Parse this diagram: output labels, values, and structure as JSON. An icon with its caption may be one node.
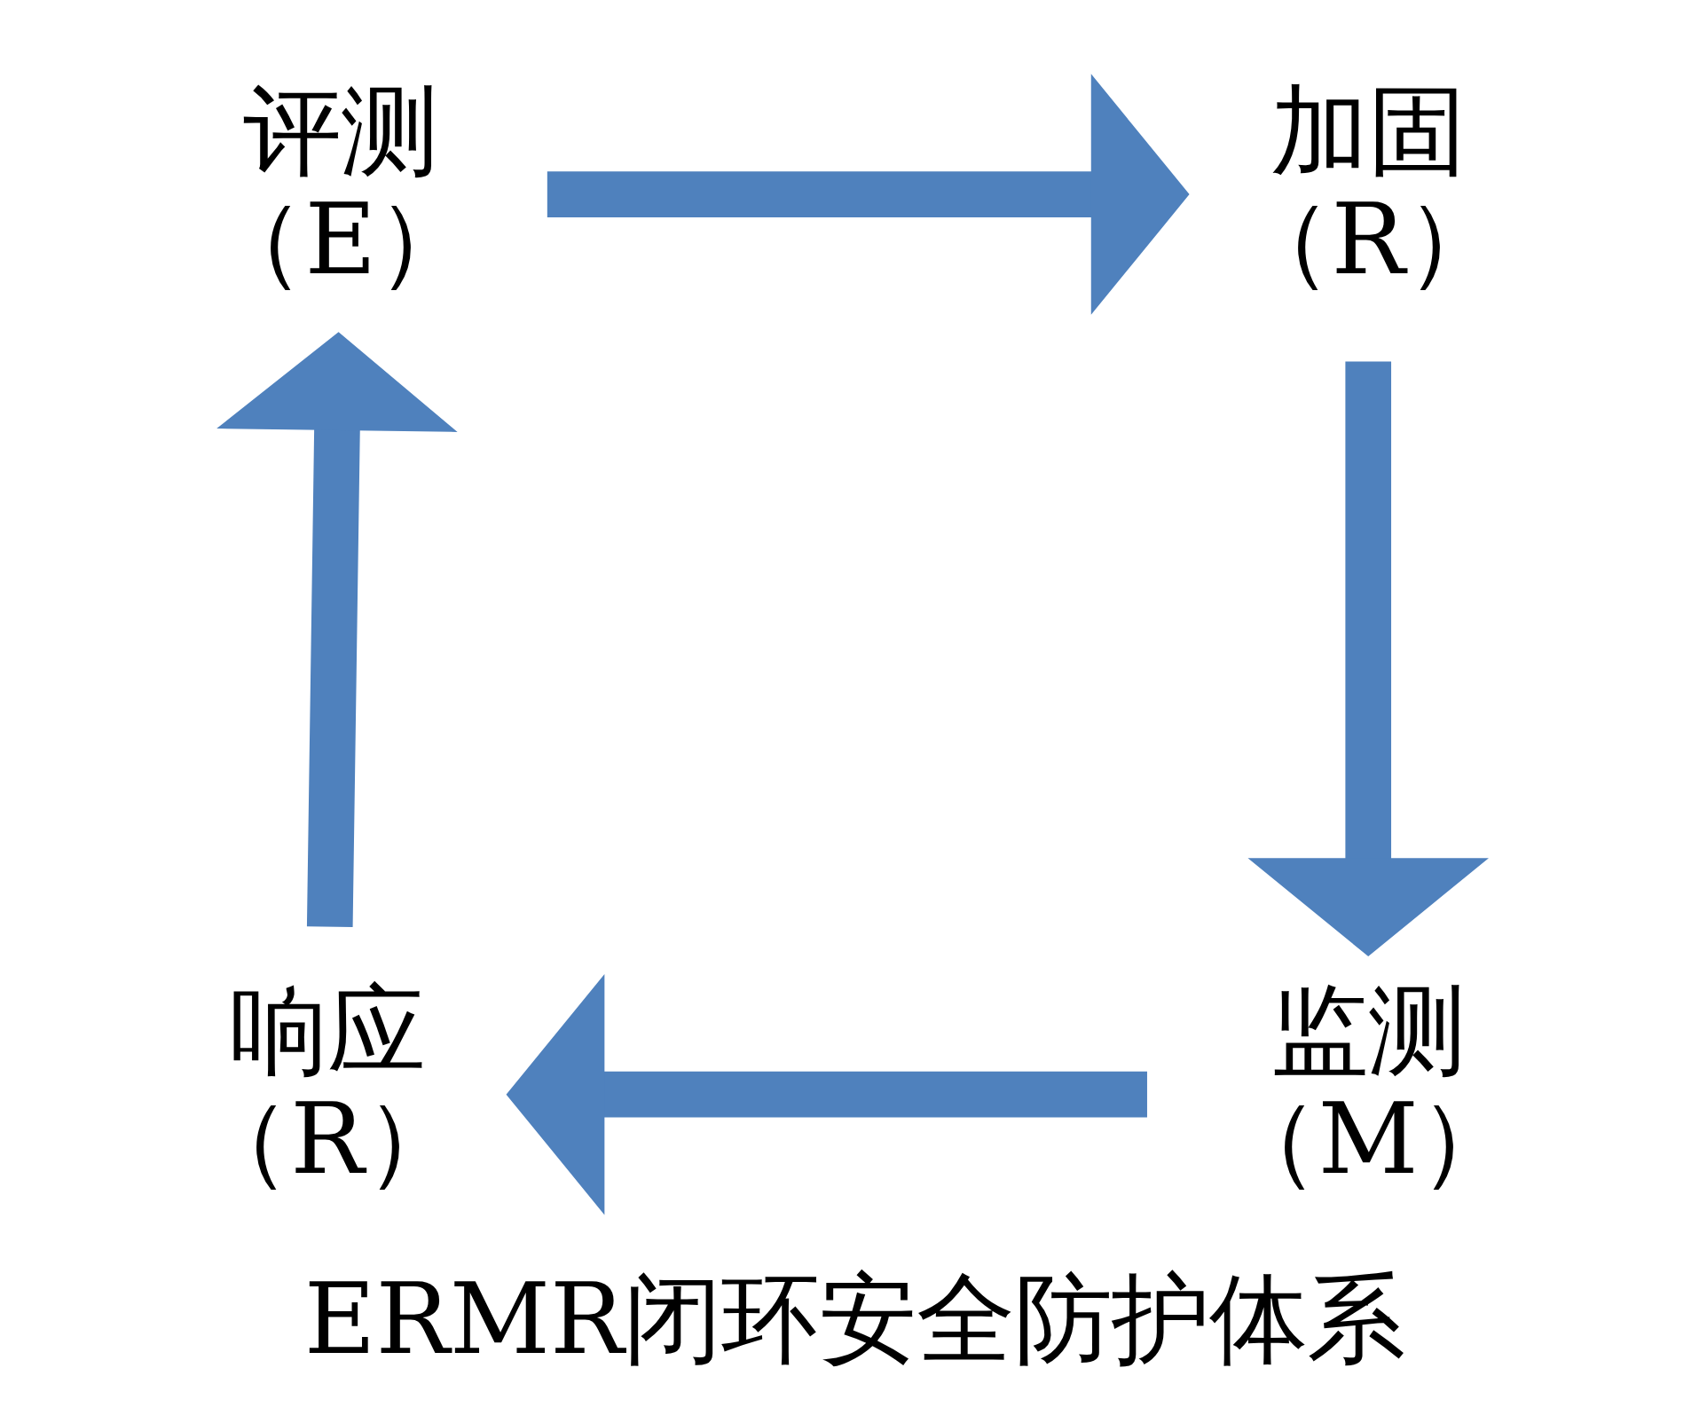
{
  "diagram": {
    "caption": "ERMR闭环安全防护体系",
    "nodes": [
      {
        "text": [
          "评测（E）"
        ]
      },
      {
        "text": [
          "加固（R）"
        ]
      },
      {
        "text": [
          "监测（M）"
        ]
      },
      {
        "text": [
          "响应（R）"
        ]
      }
    ],
    "edges": [
      {
        "from": 0,
        "to": 1,
        "arrow": "to"
      },
      {
        "from": 1,
        "to": 2,
        "arrow": "to"
      },
      {
        "from": 2,
        "to": 3,
        "arrow": "to"
      },
      {
        "from": 3,
        "to": 0,
        "arrow": "to"
      }
    ]
  }
}
